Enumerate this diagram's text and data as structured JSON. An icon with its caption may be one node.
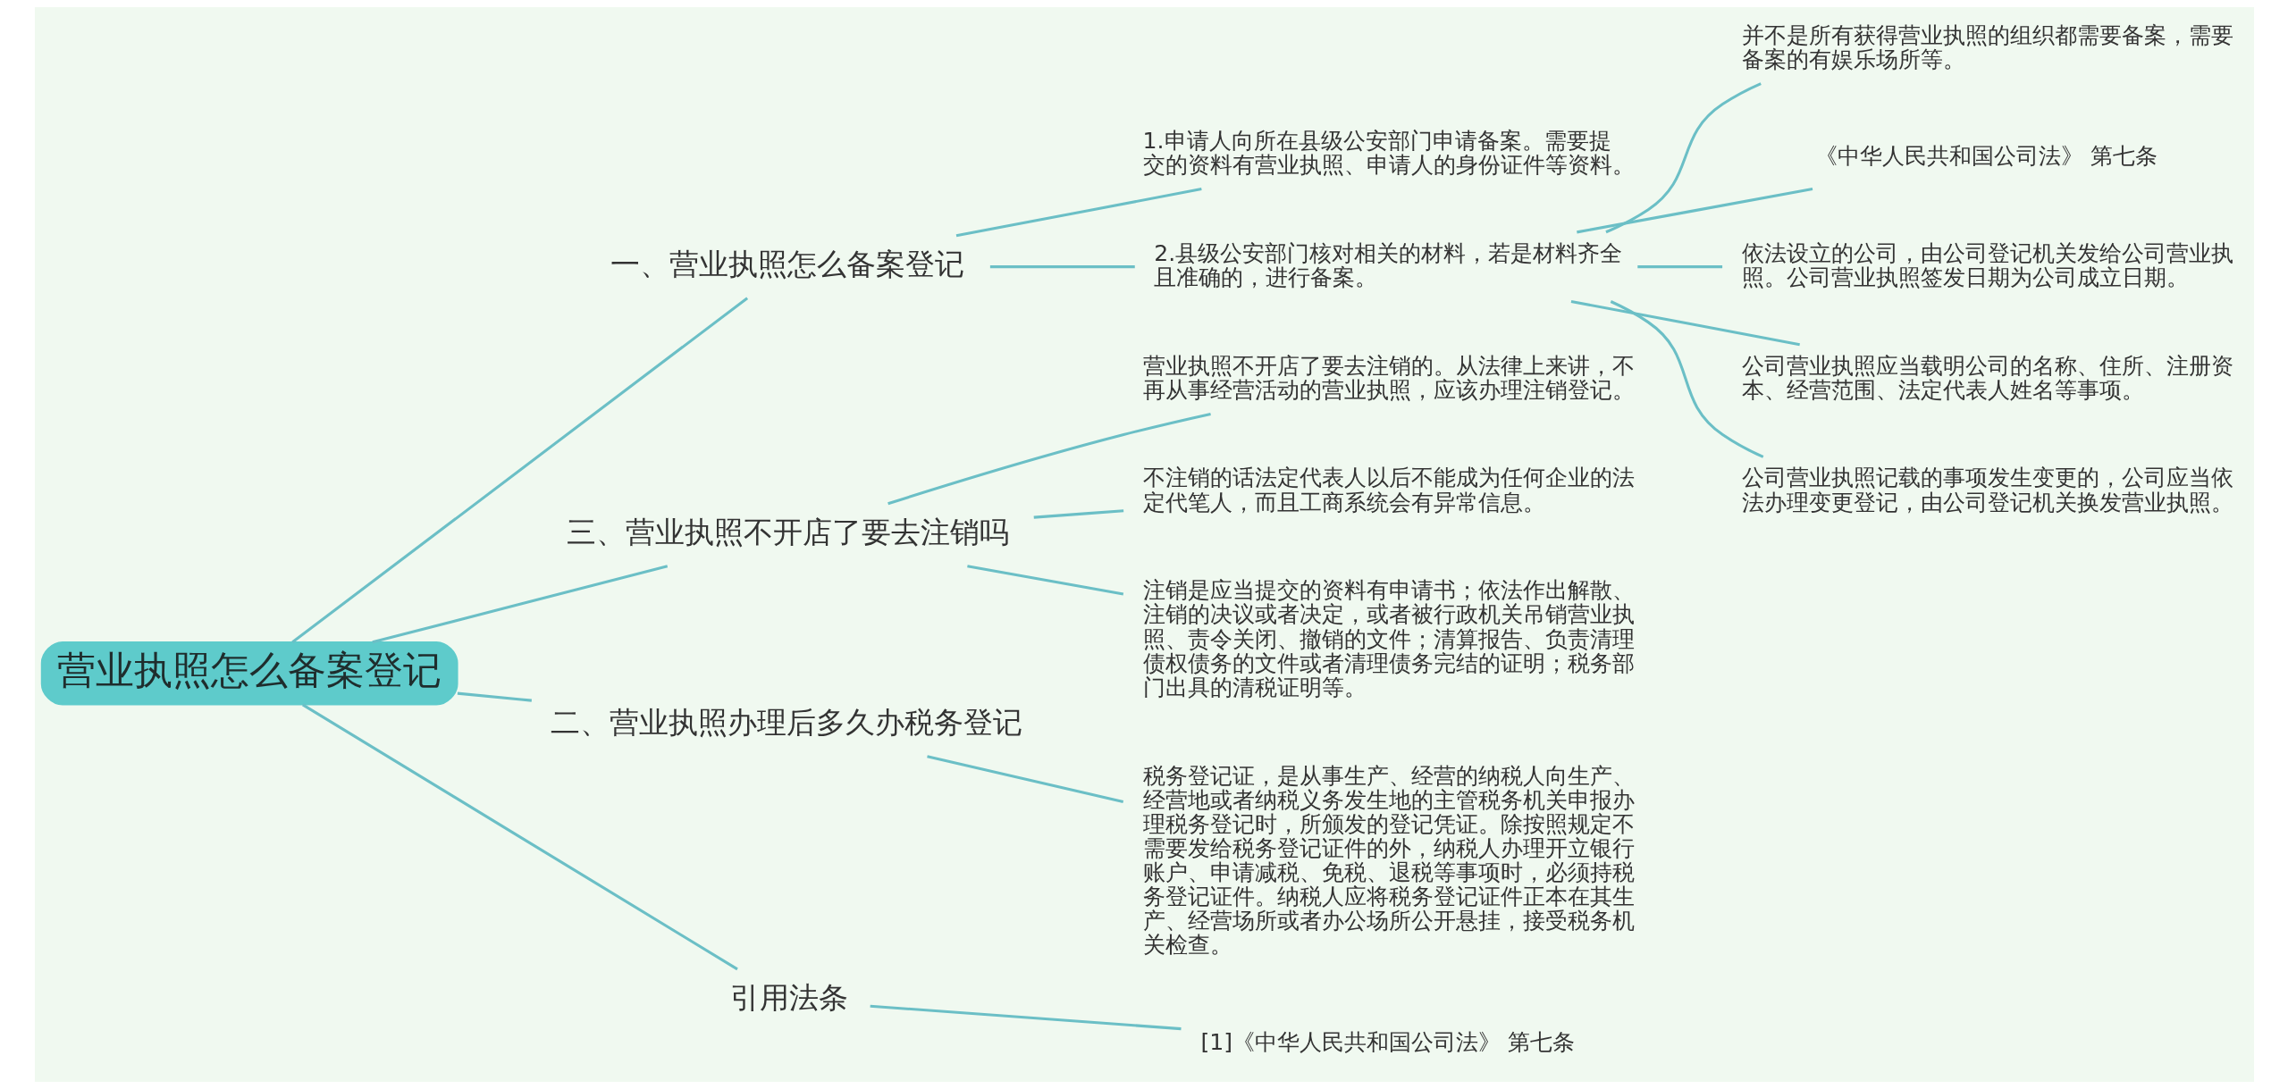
{
  "diagram": {
    "nodes": [
      {
        "text": [
          "营业执照怎么备案登记"
        ]
      },
      {
        "text": [
          "一、营业执照怎么备案登记"
        ]
      },
      {
        "text": [
          "1.申请人向所在县级公安部门申请备案。需要提交的资料有营业执照、申请人的身份证件等资料。"
        ]
      },
      {
        "text": [
          "2.县级公安部门核对相关的材料，若是材料齐全且准确的，进行备案。"
        ]
      },
      {
        "text": [
          "并不是所有获得营业执照的组织都需要备案，需要备案的有娱乐场所等。"
        ]
      },
      {
        "text": [
          "《中华人民共和国公司法》 第七条"
        ]
      },
      {
        "text": [
          "依法设立的公司，由公司登记机关发给公司营业执照。公司营业执照签发日期为公司成立日期。"
        ]
      },
      {
        "text": [
          "公司营业执照应当载明公司的名称、住所、注册资本、经营范围、法定代表人姓名等事项。"
        ]
      },
      {
        "text": [
          "公司营业执照记载的事项发生变更的，公司应当依法办理变更登记，由公司登记机关换发营业执照。"
        ]
      },
      {
        "text": [
          "三、营业执照不开店了要去注销吗"
        ]
      },
      {
        "text": [
          "营业执照不开店了要去注销的。从法律上来讲，不再从事经营活动的营业执照，应该办理注销登记。"
        ]
      },
      {
        "text": [
          "不注销的话法定代表人以后不能成为任何企业的法定代笔人，而且工商系统会有异常信息。"
        ]
      },
      {
        "text": [
          "注销是应当提交的资料有申请书；依法作出解散、注销的决议或者决定，或者被行政机关吊销营业执照、责令关闭、撤销的文件；清算报告、负责清理债权债务的文件或者清理债务完结的证明；税务部门出具的清税证明等。"
        ]
      },
      {
        "text": [
          "二、营业执照办理后多久办税务登记"
        ]
      },
      {
        "text": [
          "税务登记证，是从事生产、经营的纳税人向生产、经营地或者纳税义务发生地的主管税务机关申报办理税务登记时，所颁发的登记凭证。除按照规定不需要发给税务登记证件的外，纳税人办理开立银行账户、申请减税、免税、退税等事项时，必须持税务登记证件。纳税人应将税务登记证件正本在其生产、经营场所或者办公场所公开悬挂，接受税务机关检查。"
        ]
      },
      {
        "text": [
          "引用法条"
        ]
      },
      {
        "text": [
          "[1]《中华人民共和国公司法》 第七条"
        ]
      }
    ],
    "edges": [
      {
        "from": 0,
        "to": 1,
        "arrow": "none"
      },
      {
        "from": 1,
        "to": 2,
        "arrow": "none"
      },
      {
        "from": 1,
        "to": 3,
        "arrow": "none"
      },
      {
        "from": 3,
        "to": 4,
        "arrow": "none"
      },
      {
        "from": 3,
        "to": 5,
        "arrow": "none"
      },
      {
        "from": 3,
        "to": 6,
        "arrow": "none"
      },
      {
        "from": 3,
        "to": 7,
        "arrow": "none"
      },
      {
        "from": 3,
        "to": 8,
        "arrow": "none"
      },
      {
        "from": 0,
        "to": 9,
        "arrow": "none"
      },
      {
        "from": 9,
        "to": 10,
        "arrow": "none"
      },
      {
        "from": 9,
        "to": 11,
        "arrow": "none"
      },
      {
        "from": 9,
        "to": 12,
        "arrow": "none"
      },
      {
        "from": 0,
        "to": 13,
        "arrow": "none"
      },
      {
        "from": 13,
        "to": 14,
        "arrow": "none"
      },
      {
        "from": 0,
        "to": 15,
        "arrow": "none"
      },
      {
        "from": 15,
        "to": 16,
        "arrow": "none"
      }
    ]
  }
}
